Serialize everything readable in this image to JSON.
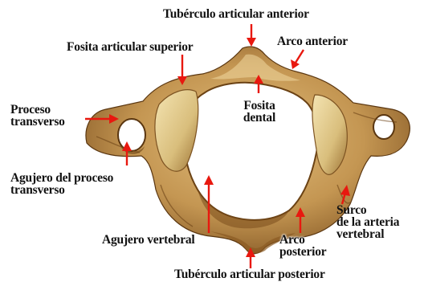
{
  "diagram": {
    "bone_colors": {
      "light": "#d6b06b",
      "mid": "#b88a45",
      "dark": "#6e4517",
      "shadow": "#4a2c0c",
      "highlight": "#f0d9a0"
    },
    "arrow_color": "#e8180f",
    "text_color": "#111111",
    "labels": {
      "tuberculo_anterior": "Tubérculo articular anterior",
      "fosita_superior": "Fosita articular superior",
      "arco_anterior": "Arco anterior",
      "proceso_transverso_1": "Proceso",
      "proceso_transverso_2": "transverso",
      "fosita_dental_1": "Fosita",
      "fosita_dental_2": "dental",
      "agujero_proceso_1": "Agujero del proceso",
      "agujero_proceso_2": "transverso",
      "surco_1": "Surco",
      "surco_2": "de la arteria",
      "surco_3": "vertebral",
      "agujero_vertebral": "Agujero vertebral",
      "arco_posterior_1": "Arco",
      "arco_posterior_2": "posterior",
      "tuberculo_posterior": "Tubérculo articular posterior"
    }
  }
}
